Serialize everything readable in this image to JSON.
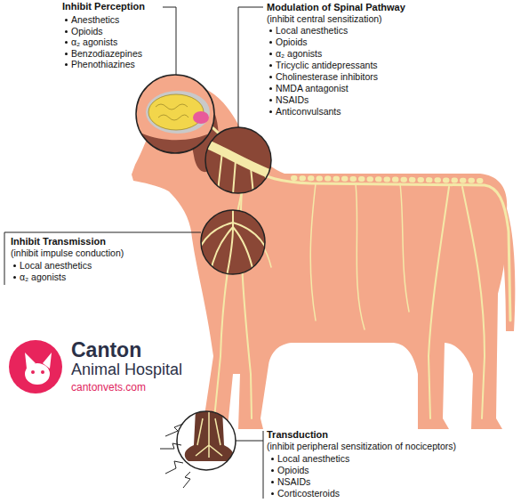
{
  "diagram": {
    "labels": [
      "Inhibit Perception",
      "Anesthetics",
      "Opioids",
      "α₂ agonists",
      "Benzodiazepines",
      "Phenothiazines",
      "Modulation of Spinal Pathway",
      "(inhibit central sensitization)",
      "Local anesthetics",
      "Opioids",
      "α₂ agonists",
      "Tricyclic antidepressants",
      "Cholinesterase inhibitors",
      "NMDA antagonist",
      "NSAIDs",
      "Anticonvulsants",
      "Inhibit Transmission",
      "(inhibit impulse conduction)",
      "Local anesthetics",
      "α₂ agonists",
      "Canton",
      "Animal Hospital",
      "cantonvets.com",
      "Transduction",
      "(inhibit peripheral sensitization of nociceptors)",
      "Local anesthetics",
      "Opioids",
      "NSAIDs",
      "Corticosteroids"
    ]
  }
}
